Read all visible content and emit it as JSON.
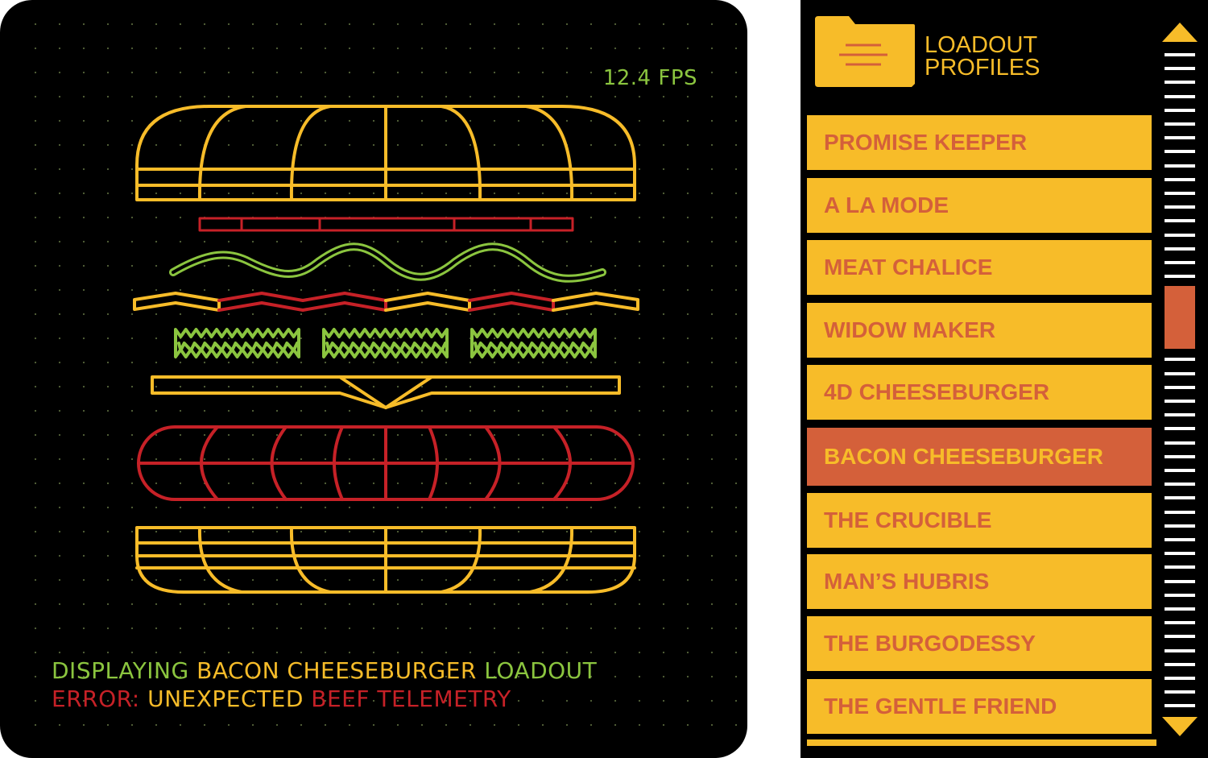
{
  "viewer": {
    "fps": "12.4 FPS",
    "status_line1": {
      "part1": "DISPLAYING",
      "part2": "BACON CHEESEBURGER",
      "part3": "LOADOUT"
    },
    "status_line2": {
      "part1": "ERROR:",
      "part2": "UNEXPECTED",
      "part3": "BEEF TELEMETRY"
    },
    "colors": {
      "bun": "#f7bc29",
      "meat": "#c62127",
      "lettuce": "#8bc53f",
      "grid_dot": "#56653a"
    }
  },
  "panel": {
    "title_line1": "LOADOUT",
    "title_line2": "PROFILES",
    "folder_icon": "folder-list-icon",
    "items": [
      {
        "label": "PROMISE KEEPER"
      },
      {
        "label": "A LA MODE"
      },
      {
        "label": "MEAT CHALICE"
      },
      {
        "label": "WIDOW MAKER"
      },
      {
        "label": "4D CHEESEBURGER"
      },
      {
        "label": "BACON CHEESEBURGER"
      },
      {
        "label": "THE CRUCIBLE"
      },
      {
        "label": "MAN’S HUBRIS"
      },
      {
        "label": "THE BURGODESSY"
      },
      {
        "label": "THE GENTLE FRIEND"
      }
    ],
    "selected_index": 5,
    "scroll_position": 0.4,
    "colors": {
      "item_bg": "#f7bc29",
      "item_text": "#d4603a",
      "selected_bg": "#d4603a",
      "selected_text": "#f7bc29"
    }
  }
}
